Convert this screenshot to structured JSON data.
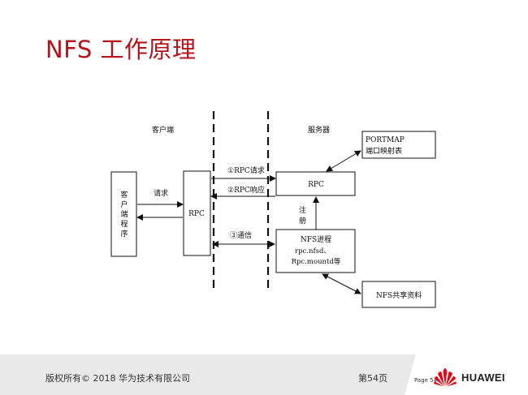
{
  "title": "NFS 工作原理",
  "diagram": {
    "client_label": "客户端",
    "server_label": "服务器",
    "client_program": [
      "客",
      "户",
      "端",
      "程",
      "序"
    ],
    "request_label": "请求",
    "client_rpc": "RPC",
    "server_rpc": "RPC",
    "arrow_rpc_request": "①RPC请求",
    "arrow_rpc_response": "②RPC响应",
    "arrow_communication": "③通信",
    "register_label": [
      "注",
      "册"
    ],
    "portmap_title": "PORTMAP",
    "portmap_sub": "端口映射表",
    "nfs_process_title": "NFS进程",
    "nfs_process_line2": "rpc.nfsd、",
    "nfs_process_line3": "Rpc.mountd等",
    "nfs_share": "NFS共享资料"
  },
  "footer": {
    "copyright": "版权所有© 2018 华为技术有限公司",
    "page_number": "第54页",
    "page_label": "Page 54",
    "brand": "HUAWEI"
  },
  "colors": {
    "title": "#b5121b",
    "logo": "#e60012",
    "footer_bg": "#e9e9e9"
  }
}
